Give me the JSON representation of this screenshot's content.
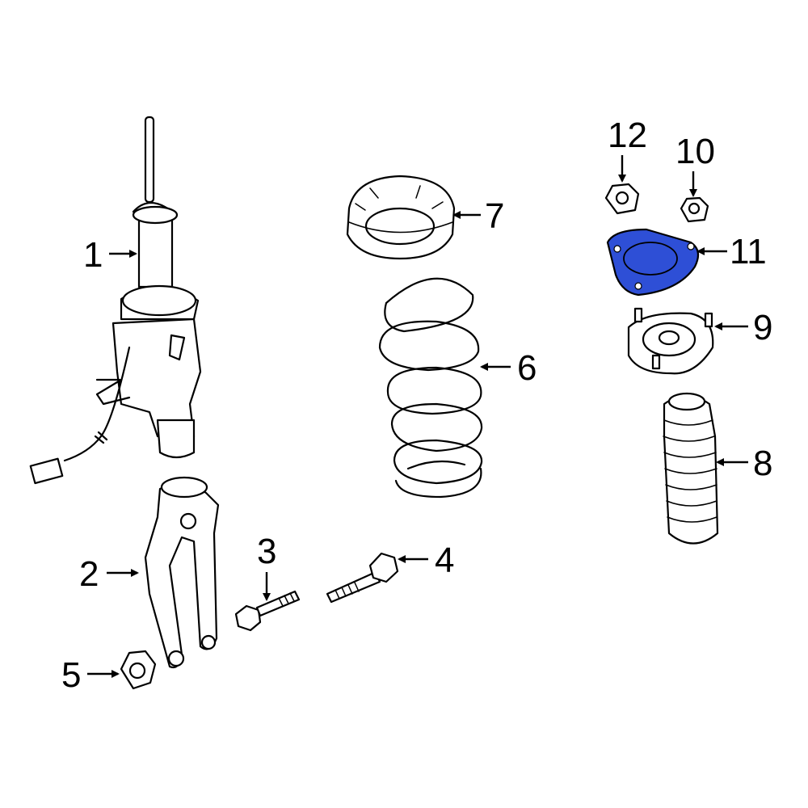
{
  "diagram": {
    "highlight_color": "#2e4fd6",
    "callouts": [
      {
        "id": "1",
        "label": "1"
      },
      {
        "id": "2",
        "label": "2"
      },
      {
        "id": "3",
        "label": "3"
      },
      {
        "id": "4",
        "label": "4"
      },
      {
        "id": "5",
        "label": "5"
      },
      {
        "id": "6",
        "label": "6"
      },
      {
        "id": "7",
        "label": "7"
      },
      {
        "id": "8",
        "label": "8"
      },
      {
        "id": "9",
        "label": "9"
      },
      {
        "id": "10",
        "label": "10"
      },
      {
        "id": "11",
        "label": "11"
      },
      {
        "id": "12",
        "label": "12"
      }
    ]
  }
}
